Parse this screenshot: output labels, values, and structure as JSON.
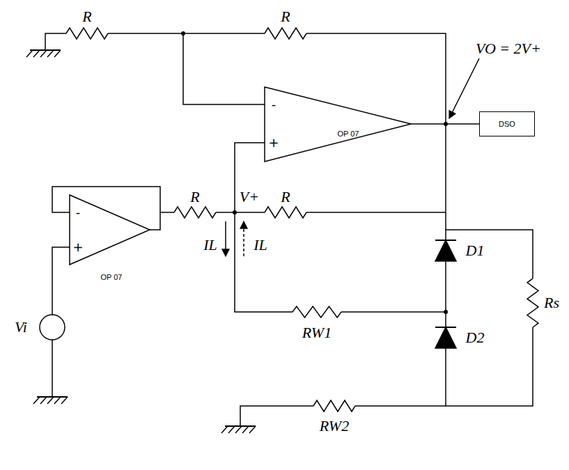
{
  "diagram": {
    "nodes": [
      {
        "text": [
          "DSO"
        ]
      }
    ],
    "labels": [
      "R",
      "R",
      "VO = 2V+",
      "-",
      "+",
      "OP 07",
      "-",
      "+",
      "OP 07",
      "R",
      "V+",
      "R",
      "IL",
      "IL",
      "D1",
      "D2",
      "Rs",
      "RW1",
      "RW2",
      "Vi"
    ]
  }
}
